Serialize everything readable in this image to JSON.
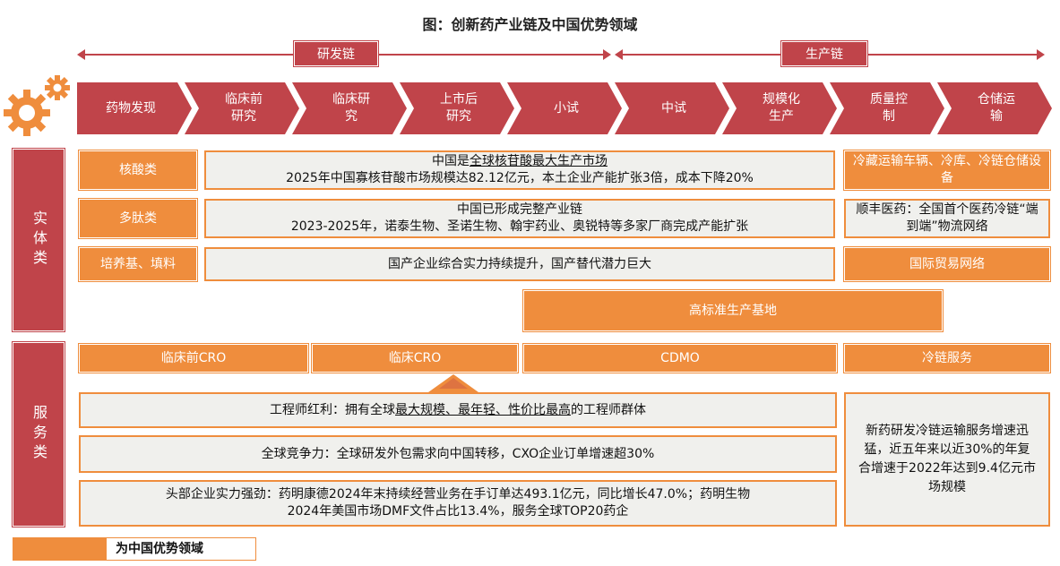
{
  "title": "图：创新药产业链及中国优势领域",
  "chains": {
    "rd": "研发链",
    "production": "生产链"
  },
  "icons": {
    "gear": "gear-icon"
  },
  "stages": [
    "药物发现",
    "临床前\n研究",
    "临床研\n究",
    "上市后\n研究",
    "小试",
    "中试",
    "规模化\n生产",
    "质量控\n制",
    "仓储运\n输"
  ],
  "categories": {
    "entity": "实体类",
    "service": "服务类"
  },
  "entity": {
    "nucleic_acid": {
      "label": "核酸类",
      "line1_pre": "中国是",
      "line1_u": "全球核苷酸最大生产市场",
      "line2": "2025年中国寡核苷酸市场规模达82.12亿元，本土企业产能扩张3倍，成本下降20%"
    },
    "peptide": {
      "label": "多肽类",
      "line1": "中国已形成完整产业链",
      "line2": "2023-2025年，诺泰生物、圣诺生物、翰宇药业、奥锐特等多家厂商完成产能扩张"
    },
    "media": {
      "label": "培养基、填料",
      "text": "国产企业综合实力持续提升，国产替代潜力巨大"
    },
    "cold_equipment": "冷藏运输车辆、冷库、冷链仓储设备",
    "sf_pharma": "顺丰医药：全国首个医药冷链“端到端”物流网络",
    "intl_trade": "国际贸易网络",
    "base": "高标准生产基地"
  },
  "service": {
    "preclinical_cro": "临床前CRO",
    "clinical_cro": "临床CRO",
    "cdmo": "CDMO",
    "cold_service": "冷链服务",
    "engineer_pre": "工程师红利：拥有全球",
    "engineer_u": "最大规模、最年轻、性价比最高",
    "engineer_post": "的工程师群体",
    "competitiveness": "全球竞争力：全球研发外包需求向中国转移，CXO企业订单增速超30%",
    "leaders_line1": "头部企业实力强劲：药明康德2024年末持续经营业务在手订单达493.1亿元，同比增长47.0%；药明生物",
    "leaders_line2": "2024年美国市场DMF文件占比13.4%，服务全球TOP20药企",
    "cold_growth": "新药研发冷链运输服务增速迅猛，近五年来以近30%的年复合增速于2022年达到9.4亿元市场规模"
  },
  "legend": "为中国优势领域",
  "colors": {
    "red": "#c0444a",
    "orange": "#ef8d3d",
    "gray": "#f0f0ed"
  }
}
